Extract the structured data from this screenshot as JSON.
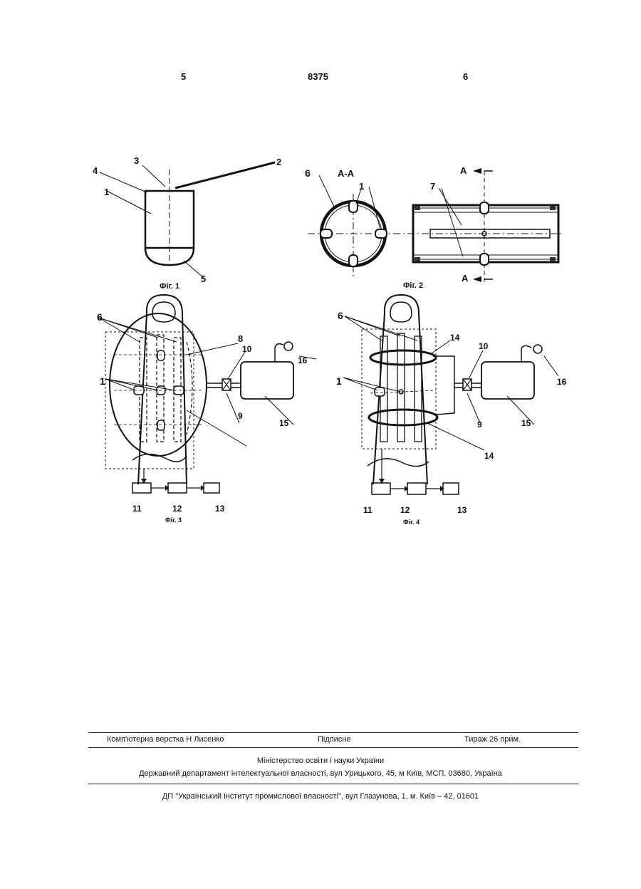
{
  "header": {
    "page_left": "5",
    "doc_number": "8375",
    "page_right": "6"
  },
  "figures": {
    "fig1": {
      "caption": "Фіг. 1",
      "labels": [
        "1",
        "2",
        "3",
        "4",
        "5"
      ]
    },
    "fig2": {
      "caption": "Фіг. 2",
      "section_label": "А-А",
      "section_marker": "А",
      "labels": [
        "1",
        "6",
        "7"
      ]
    },
    "fig3": {
      "caption": "Фіг. 3",
      "labels": [
        "1",
        "6",
        "8",
        "9",
        "10",
        "11",
        "12",
        "13",
        "15",
        "16"
      ]
    },
    "fig4": {
      "caption": "Фіг. 4",
      "labels": [
        "1",
        "6",
        "9",
        "10",
        "11",
        "12",
        "13",
        "14",
        "14",
        "15",
        "16"
      ]
    }
  },
  "footer": {
    "layout_credit": "Комп'ютерна верстка Н  Лисенко",
    "subscription": "Підписне",
    "circulation": "Тираж 26 прим.",
    "ministry": "Міністерство освіти і науки України",
    "department": "Державний департамент інтелектуальної власності, вул  Урицького, 45, м  Київ, МСП, 03680, Україна",
    "institute": "ДП \"Український інститут промислової власності\", вул  Глазунова, 1, м. Київ – 42, 01601"
  }
}
